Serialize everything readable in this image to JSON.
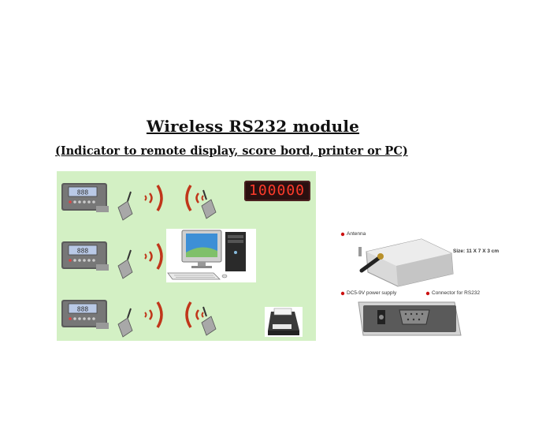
{
  "title": "Wireless RS232 module",
  "subtitle": "(Indicator to remote display, score bord, printer or PC)",
  "panel": {
    "background": "#d3f0c4",
    "led_display_value": "100000",
    "rows": [
      "indicator-to-led-display",
      "indicator-to-pc",
      "indicator-to-printer"
    ]
  },
  "module": {
    "antenna_label": "Antenna",
    "size_label": "Size: 11 X 7 X 3 cm",
    "power_label": "DC5-9V power supply",
    "connector_label": "Connector for RS232"
  },
  "colors": {
    "wave": "#c0361a",
    "led": "#ff3b2a",
    "label_dot": "#cc1111"
  }
}
